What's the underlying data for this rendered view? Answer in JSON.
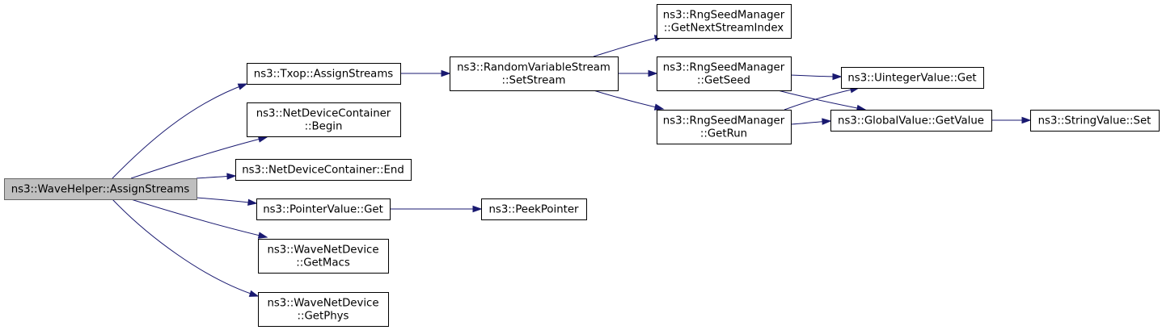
{
  "graph": {
    "edge_color": "#191970",
    "root_fill": "#bfbfbf",
    "nodes": [
      {
        "id": "root",
        "lines": [
          "ns3::WaveHelper::AssignStreams"
        ],
        "is_root": true
      },
      {
        "id": "txop",
        "lines": [
          "ns3::Txop::AssignStreams"
        ]
      },
      {
        "id": "ndcBegin",
        "lines": [
          "ns3::NetDeviceContainer",
          "::Begin"
        ]
      },
      {
        "id": "ndcEnd",
        "lines": [
          "ns3::NetDeviceContainer::End"
        ]
      },
      {
        "id": "ptrGet",
        "lines": [
          "ns3::PointerValue::Get"
        ]
      },
      {
        "id": "getMacs",
        "lines": [
          "ns3::WaveNetDevice",
          "::GetMacs"
        ]
      },
      {
        "id": "getPhys",
        "lines": [
          "ns3::WaveNetDevice",
          "::GetPhys"
        ]
      },
      {
        "id": "rvsSet",
        "lines": [
          "ns3::RandomVariableStream",
          "::SetStream"
        ]
      },
      {
        "id": "peek",
        "lines": [
          "ns3::PeekPointer"
        ]
      },
      {
        "id": "nextIdx",
        "lines": [
          "ns3::RngSeedManager",
          "::GetNextStreamIndex"
        ]
      },
      {
        "id": "getSeed",
        "lines": [
          "ns3::RngSeedManager",
          "::GetSeed"
        ]
      },
      {
        "id": "getRun",
        "lines": [
          "ns3::RngSeedManager",
          "::GetRun"
        ]
      },
      {
        "id": "uintGet",
        "lines": [
          "ns3::UintegerValue::Get"
        ]
      },
      {
        "id": "gvGet",
        "lines": [
          "ns3::GlobalValue::GetValue"
        ]
      },
      {
        "id": "strSet",
        "lines": [
          "ns3::StringValue::Set"
        ]
      }
    ],
    "edges": [
      {
        "from": "root",
        "to": "txop"
      },
      {
        "from": "root",
        "to": "ndcBegin"
      },
      {
        "from": "root",
        "to": "ndcEnd"
      },
      {
        "from": "root",
        "to": "ptrGet"
      },
      {
        "from": "root",
        "to": "getMacs"
      },
      {
        "from": "root",
        "to": "getPhys"
      },
      {
        "from": "txop",
        "to": "rvsSet"
      },
      {
        "from": "ptrGet",
        "to": "peek"
      },
      {
        "from": "rvsSet",
        "to": "nextIdx"
      },
      {
        "from": "rvsSet",
        "to": "getSeed"
      },
      {
        "from": "rvsSet",
        "to": "getRun"
      },
      {
        "from": "getSeed",
        "to": "uintGet"
      },
      {
        "from": "getSeed",
        "to": "gvGet"
      },
      {
        "from": "getRun",
        "to": "uintGet"
      },
      {
        "from": "getRun",
        "to": "gvGet"
      },
      {
        "from": "gvGet",
        "to": "strSet"
      }
    ]
  }
}
